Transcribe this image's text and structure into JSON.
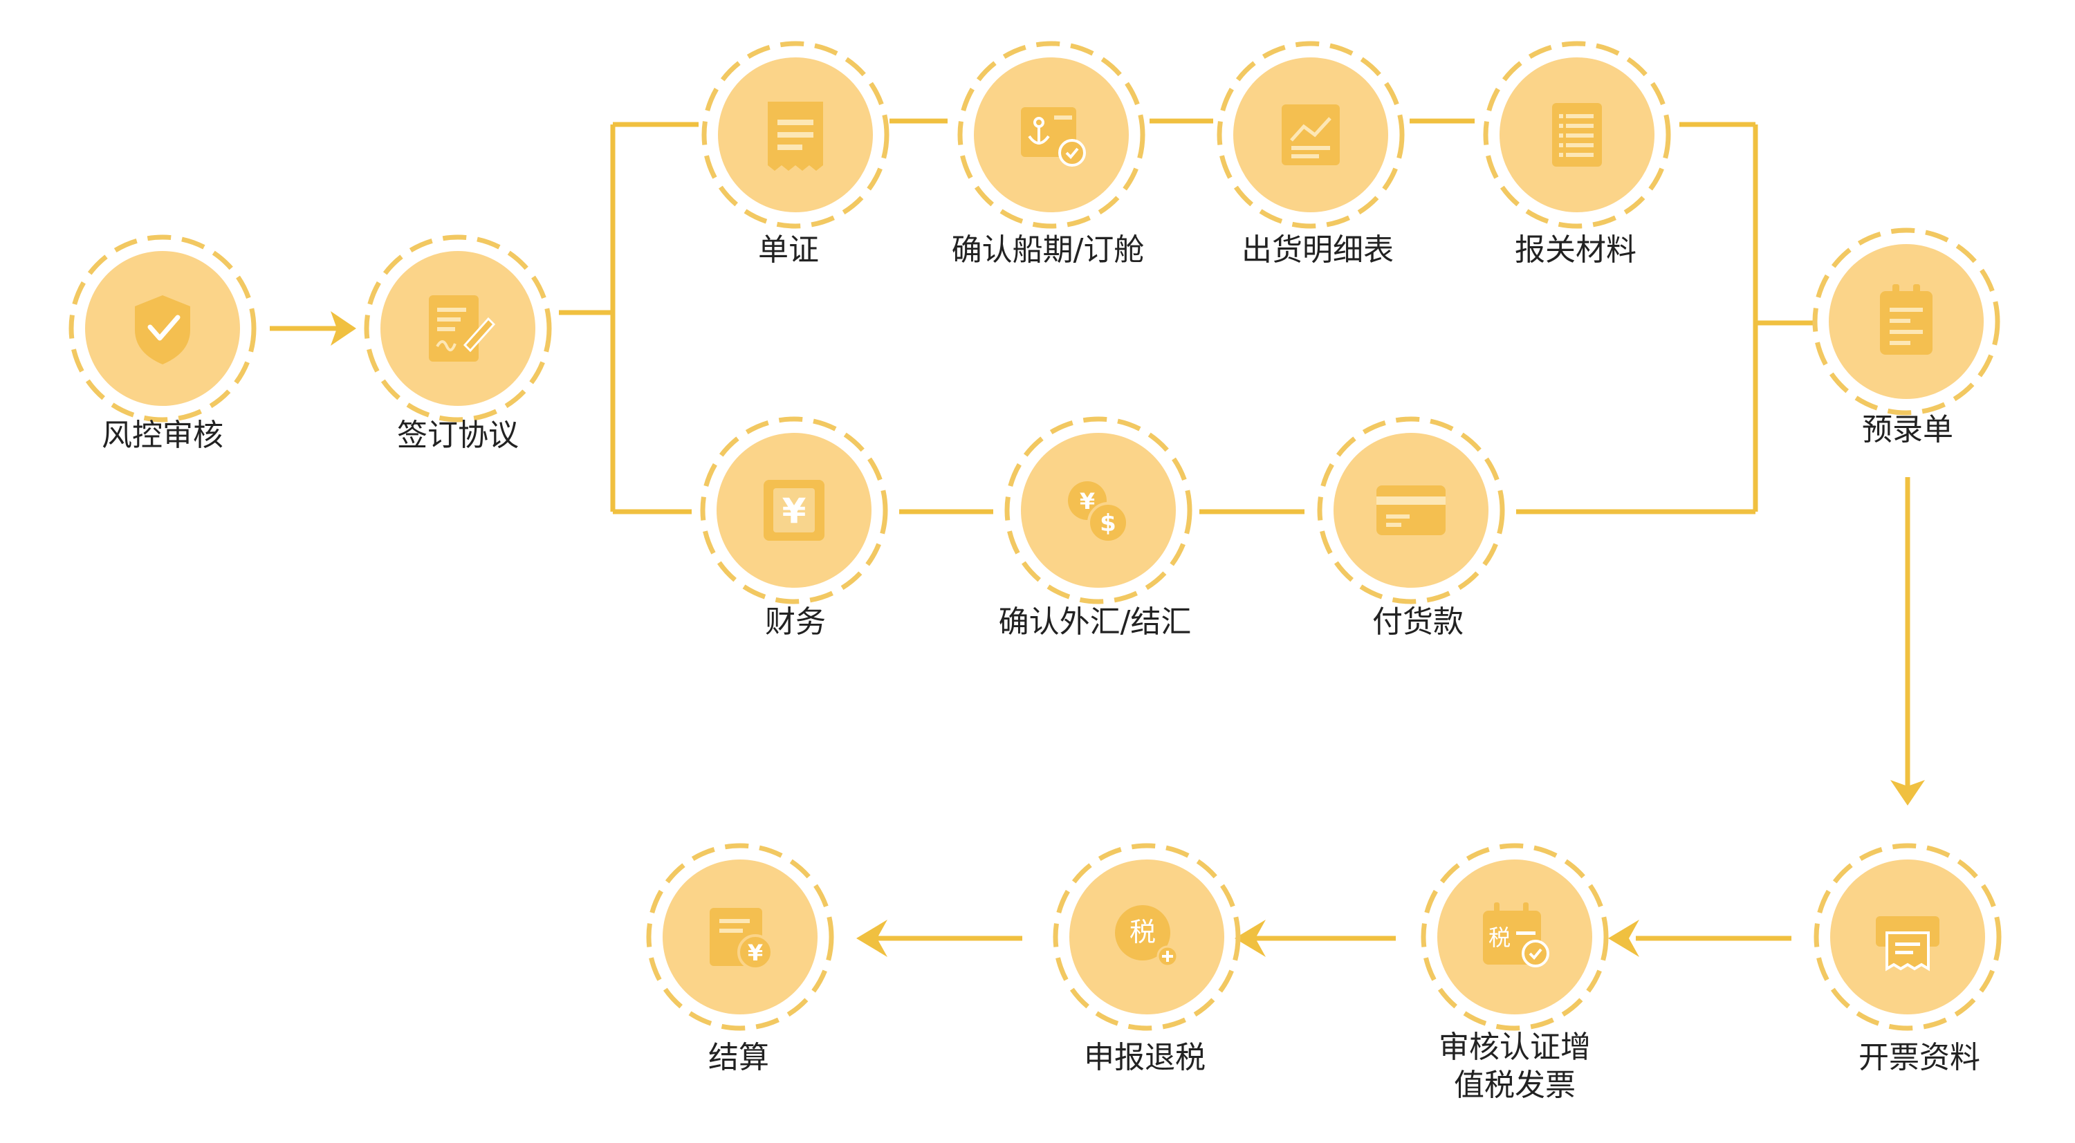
{
  "colors": {
    "line": "#f0c040",
    "dash": "#f2c861",
    "circle": "#fbd489",
    "icon": "#f4bf50",
    "icon_light": "#fde7b5",
    "text": "#222222"
  },
  "nodes": [
    {
      "id": "risk-control",
      "label": "风控审核",
      "icon": "shield-check-icon"
    },
    {
      "id": "sign-agreement",
      "label": "签订协议",
      "icon": "document-sign-icon"
    },
    {
      "id": "documents",
      "label": "单证",
      "icon": "receipt-icon"
    },
    {
      "id": "confirm-shipping",
      "label": "确认船期/订舱",
      "icon": "anchor-document-icon"
    },
    {
      "id": "shipment-detail",
      "label": "出货明细表",
      "icon": "chart-document-icon"
    },
    {
      "id": "customs-materials",
      "label": "报关材料",
      "icon": "checklist-icon"
    },
    {
      "id": "pre-entry",
      "label": "预录单",
      "icon": "clipboard-icon"
    },
    {
      "id": "finance",
      "label": "财务",
      "icon": "yen-document-icon"
    },
    {
      "id": "confirm-fx",
      "label": "确认外汇/结汇",
      "icon": "currency-coins-icon"
    },
    {
      "id": "payment",
      "label": "付货款",
      "icon": "card-icon"
    },
    {
      "id": "invoice-materials",
      "label": "开票资料",
      "icon": "printer-icon"
    },
    {
      "id": "verify-vat",
      "label": "审核认证增值税发票",
      "label_lines": [
        "审核认证增",
        "值税发票"
      ],
      "icon": "tax-calendar-icon"
    },
    {
      "id": "tax-refund",
      "label": "申报退税",
      "icon": "tax-plus-icon"
    },
    {
      "id": "settlement",
      "label": "结算",
      "icon": "yen-bill-icon"
    }
  ],
  "icon_text": {
    "yen": "¥",
    "dollar": "$",
    "tax": "税"
  }
}
